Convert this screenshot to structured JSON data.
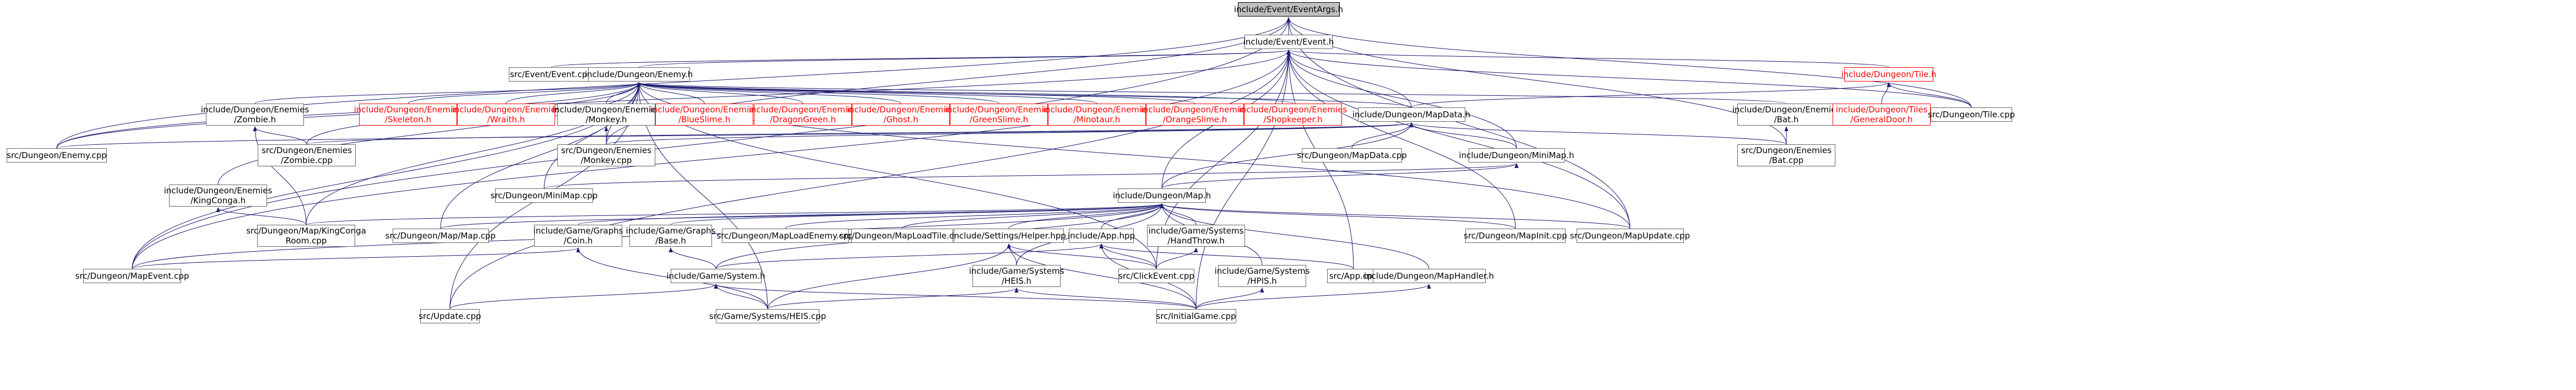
{
  "nodes": [
    {
      "id": "n0",
      "lines": [
        "include/Event/EventArgs.h"
      ],
      "kind": "root"
    },
    {
      "id": "n1",
      "lines": [
        "include/Event/Event.h"
      ],
      "kind": "normal"
    },
    {
      "id": "n2",
      "lines": [
        "src/Event/Event.cpp"
      ],
      "kind": "normal"
    },
    {
      "id": "n3",
      "lines": [
        "include/Dungeon/Enemy.h"
      ],
      "kind": "normal"
    },
    {
      "id": "n4",
      "lines": [
        "include/Dungeon/Tile.h"
      ],
      "kind": "incomplete"
    },
    {
      "id": "n5",
      "lines": [
        "include/Dungeon/Enemies",
        "/Zombie.h"
      ],
      "kind": "normal"
    },
    {
      "id": "n6",
      "lines": [
        "include/Dungeon/Enemies",
        "/Skeleton.h"
      ],
      "kind": "incomplete"
    },
    {
      "id": "n7",
      "lines": [
        "include/Dungeon/Enemies",
        "/Wraith.h"
      ],
      "kind": "incomplete"
    },
    {
      "id": "n8",
      "lines": [
        "include/Dungeon/Enemies",
        "/Monkey.h"
      ],
      "kind": "normal"
    },
    {
      "id": "n9",
      "lines": [
        "include/Dungeon/Enemies",
        "/BlueSlime.h"
      ],
      "kind": "incomplete"
    },
    {
      "id": "n10",
      "lines": [
        "include/Dungeon/Enemies",
        "/DragonGreen.h"
      ],
      "kind": "incomplete"
    },
    {
      "id": "n11",
      "lines": [
        "include/Dungeon/Enemies",
        "/Ghost.h"
      ],
      "kind": "incomplete"
    },
    {
      "id": "n12",
      "lines": [
        "include/Dungeon/Enemies",
        "/GreenSlime.h"
      ],
      "kind": "incomplete"
    },
    {
      "id": "n13",
      "lines": [
        "include/Dungeon/Enemies",
        "/Minotaur.h"
      ],
      "kind": "incomplete"
    },
    {
      "id": "n14",
      "lines": [
        "include/Dungeon/Enemies",
        "/OrangeSlime.h"
      ],
      "kind": "incomplete"
    },
    {
      "id": "n15",
      "lines": [
        "include/Dungeon/Enemies",
        "/Shopkeeper.h"
      ],
      "kind": "incomplete"
    },
    {
      "id": "n16",
      "lines": [
        "include/Dungeon/MapData.h"
      ],
      "kind": "normal"
    },
    {
      "id": "n17",
      "lines": [
        "include/Dungeon/Enemies",
        "/Bat.h"
      ],
      "kind": "normal"
    },
    {
      "id": "n18",
      "lines": [
        "include/Dungeon/Tiles",
        "/GeneralDoor.h"
      ],
      "kind": "incomplete"
    },
    {
      "id": "n19",
      "lines": [
        "src/Dungeon/Tile.cpp"
      ],
      "kind": "normal"
    },
    {
      "id": "n20",
      "lines": [
        "src/Dungeon/Enemy.cpp"
      ],
      "kind": "normal"
    },
    {
      "id": "n21",
      "lines": [
        "src/Dungeon/Enemies",
        "/Zombie.cpp"
      ],
      "kind": "normal"
    },
    {
      "id": "n22",
      "lines": [
        "src/Dungeon/Enemies",
        "/Monkey.cpp"
      ],
      "kind": "normal"
    },
    {
      "id": "n23",
      "lines": [
        "src/Dungeon/MapData.cpp"
      ],
      "kind": "normal"
    },
    {
      "id": "n24",
      "lines": [
        "include/Dungeon/MiniMap.h"
      ],
      "kind": "normal"
    },
    {
      "id": "n25",
      "lines": [
        "src/Dungeon/Enemies",
        "/Bat.cpp"
      ],
      "kind": "normal"
    },
    {
      "id": "n26",
      "lines": [
        "include/Dungeon/Enemies",
        "/KingConga.h"
      ],
      "kind": "normal"
    },
    {
      "id": "n27",
      "lines": [
        "src/Dungeon/MiniMap.cpp"
      ],
      "kind": "normal"
    },
    {
      "id": "n28",
      "lines": [
        "include/Dungeon/Map.h"
      ],
      "kind": "normal"
    },
    {
      "id": "n29",
      "lines": [
        "src/Dungeon/Map/KingConga",
        "Room.cpp"
      ],
      "kind": "normal"
    },
    {
      "id": "n30",
      "lines": [
        "src/Dungeon/Map/Map.cpp"
      ],
      "kind": "normal"
    },
    {
      "id": "n31",
      "lines": [
        "include/Game/Graphs",
        "/Coin.h"
      ],
      "kind": "normal"
    },
    {
      "id": "n32",
      "lines": [
        "include/Game/Graphs",
        "/Base.h"
      ],
      "kind": "normal"
    },
    {
      "id": "n33",
      "lines": [
        "src/Dungeon/MapLoadEnemy.cpp"
      ],
      "kind": "normal"
    },
    {
      "id": "n34",
      "lines": [
        "src/Dungeon/MapLoadTile.cpp"
      ],
      "kind": "normal"
    },
    {
      "id": "n35",
      "lines": [
        "include/Settings/Helper.hpp"
      ],
      "kind": "normal"
    },
    {
      "id": "n36",
      "lines": [
        "include/App.hpp"
      ],
      "kind": "normal"
    },
    {
      "id": "n37",
      "lines": [
        "include/Game/Systems",
        "/HandThrow.h"
      ],
      "kind": "normal"
    },
    {
      "id": "n38",
      "lines": [
        "src/Dungeon/MapInit.cpp"
      ],
      "kind": "normal"
    },
    {
      "id": "n39",
      "lines": [
        "src/Dungeon/MapUpdate.cpp"
      ],
      "kind": "normal"
    },
    {
      "id": "n40",
      "lines": [
        "src/Dungeon/MapEvent.cpp"
      ],
      "kind": "normal"
    },
    {
      "id": "n41",
      "lines": [
        "include/Game/System.h"
      ],
      "kind": "normal"
    },
    {
      "id": "n42",
      "lines": [
        "include/Game/Systems",
        "/HEIS.h"
      ],
      "kind": "normal"
    },
    {
      "id": "n43",
      "lines": [
        "src/ClickEvent.cpp"
      ],
      "kind": "normal"
    },
    {
      "id": "n44",
      "lines": [
        "include/Game/Systems",
        "/HPIS.h"
      ],
      "kind": "normal"
    },
    {
      "id": "n45",
      "lines": [
        "src/App.cpp"
      ],
      "kind": "normal"
    },
    {
      "id": "n46",
      "lines": [
        "include/Dungeon/MapHandler.h"
      ],
      "kind": "normal"
    },
    {
      "id": "n47",
      "lines": [
        "src/Update.cpp"
      ],
      "kind": "normal"
    },
    {
      "id": "n48",
      "lines": [
        "src/Game/Systems/HEIS.cpp"
      ],
      "kind": "normal"
    },
    {
      "id": "n49",
      "lines": [
        "src/InitialGame.cpp"
      ],
      "kind": "normal"
    }
  ],
  "edges": [
    [
      "n1",
      "n0"
    ],
    [
      "n19",
      "n0"
    ],
    [
      "n20",
      "n0"
    ],
    [
      "n40",
      "n0"
    ],
    [
      "n39",
      "n0"
    ],
    [
      "n25",
      "n0"
    ],
    [
      "n22",
      "n0"
    ],
    [
      "n2",
      "n1"
    ],
    [
      "n3",
      "n1"
    ],
    [
      "n4",
      "n1"
    ],
    [
      "n16",
      "n1"
    ],
    [
      "n24",
      "n1"
    ],
    [
      "n28",
      "n1"
    ],
    [
      "n19",
      "n1"
    ],
    [
      "n20",
      "n1"
    ],
    [
      "n40",
      "n1"
    ],
    [
      "n39",
      "n1"
    ],
    [
      "n43",
      "n1"
    ],
    [
      "n47",
      "n1"
    ],
    [
      "n49",
      "n1"
    ],
    [
      "n45",
      "n1"
    ],
    [
      "n38",
      "n1"
    ],
    [
      "n5",
      "n3"
    ],
    [
      "n6",
      "n3"
    ],
    [
      "n7",
      "n3"
    ],
    [
      "n8",
      "n3"
    ],
    [
      "n9",
      "n3"
    ],
    [
      "n10",
      "n3"
    ],
    [
      "n11",
      "n3"
    ],
    [
      "n12",
      "n3"
    ],
    [
      "n13",
      "n3"
    ],
    [
      "n14",
      "n3"
    ],
    [
      "n15",
      "n3"
    ],
    [
      "n16",
      "n3"
    ],
    [
      "n17",
      "n3"
    ],
    [
      "n20",
      "n3"
    ],
    [
      "n21",
      "n3"
    ],
    [
      "n22",
      "n3"
    ],
    [
      "n26",
      "n3"
    ],
    [
      "n27",
      "n3"
    ],
    [
      "n29",
      "n3"
    ],
    [
      "n30",
      "n3"
    ],
    [
      "n40",
      "n3"
    ],
    [
      "n47",
      "n3"
    ],
    [
      "n48",
      "n3"
    ],
    [
      "n39",
      "n3"
    ],
    [
      "n43",
      "n3"
    ],
    [
      "n16",
      "n4"
    ],
    [
      "n18",
      "n4"
    ],
    [
      "n19",
      "n4"
    ],
    [
      "n21",
      "n5"
    ],
    [
      "n29",
      "n5"
    ],
    [
      "n22",
      "n8"
    ],
    [
      "n25",
      "n17"
    ],
    [
      "n20",
      "n16"
    ],
    [
      "n21",
      "n16"
    ],
    [
      "n22",
      "n16"
    ],
    [
      "n23",
      "n16"
    ],
    [
      "n24",
      "n16"
    ],
    [
      "n25",
      "n16"
    ],
    [
      "n28",
      "n16"
    ],
    [
      "n27",
      "n24"
    ],
    [
      "n28",
      "n24"
    ],
    [
      "n29",
      "n26"
    ],
    [
      "n29",
      "n28"
    ],
    [
      "n30",
      "n28"
    ],
    [
      "n31",
      "n28"
    ],
    [
      "n32",
      "n28"
    ],
    [
      "n33",
      "n28"
    ],
    [
      "n34",
      "n28"
    ],
    [
      "n35",
      "n28"
    ],
    [
      "n36",
      "n28"
    ],
    [
      "n37",
      "n28"
    ],
    [
      "n38",
      "n28"
    ],
    [
      "n39",
      "n28"
    ],
    [
      "n40",
      "n28"
    ],
    [
      "n41",
      "n28"
    ],
    [
      "n42",
      "n28"
    ],
    [
      "n44",
      "n28"
    ],
    [
      "n46",
      "n28"
    ],
    [
      "n40",
      "n31"
    ],
    [
      "n48",
      "n31"
    ],
    [
      "n41",
      "n32"
    ],
    [
      "n42",
      "n35"
    ],
    [
      "n43",
      "n35"
    ],
    [
      "n48",
      "n35"
    ],
    [
      "n49",
      "n35"
    ],
    [
      "n41",
      "n36"
    ],
    [
      "n43",
      "n36"
    ],
    [
      "n45",
      "n36"
    ],
    [
      "n49",
      "n36"
    ],
    [
      "n43",
      "n37"
    ],
    [
      "n47",
      "n41"
    ],
    [
      "n48",
      "n41"
    ],
    [
      "n49",
      "n41"
    ],
    [
      "n48",
      "n42"
    ],
    [
      "n49",
      "n42"
    ],
    [
      "n49",
      "n44"
    ],
    [
      "n49",
      "n46"
    ]
  ],
  "colors": {
    "edge": "#191970",
    "border": "#666666",
    "incomplete": "#ff0000",
    "root_fill": "#bfbfbf"
  }
}
